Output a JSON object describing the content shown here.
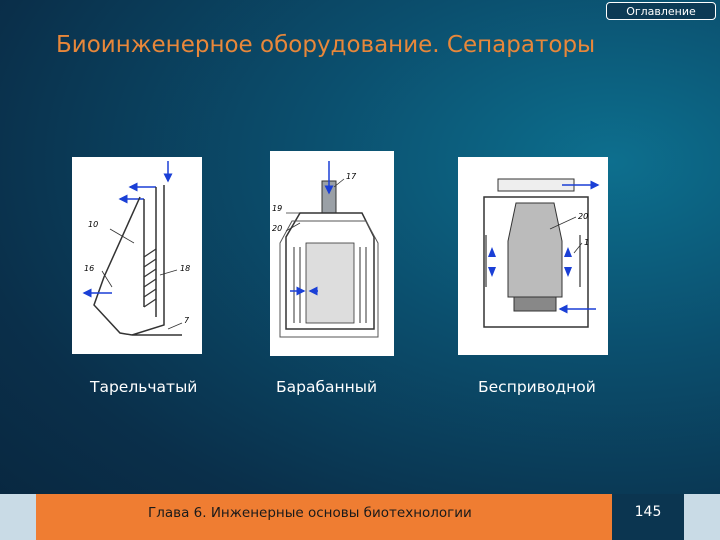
{
  "navigation": {
    "toc_label": "Оглавление"
  },
  "slide": {
    "title": "Биоинженерное оборудование. Сепараторы"
  },
  "figures": [
    {
      "caption": "Тарельчатый",
      "callouts": [
        "10",
        "16",
        "18",
        "7"
      ]
    },
    {
      "caption": "Барабанный",
      "callouts": [
        "17",
        "19",
        "20"
      ]
    },
    {
      "caption": "Бесприводной",
      "callouts": [
        "20",
        "1"
      ]
    }
  ],
  "footer": {
    "chapter": "Глава 6. Инженерные основы биотехнологии",
    "page": "145"
  },
  "colors": {
    "title": "#e8873a",
    "footer_bar": "#ef7d32",
    "page_box": "#0b3550",
    "arrows": "#1a3fd6"
  }
}
